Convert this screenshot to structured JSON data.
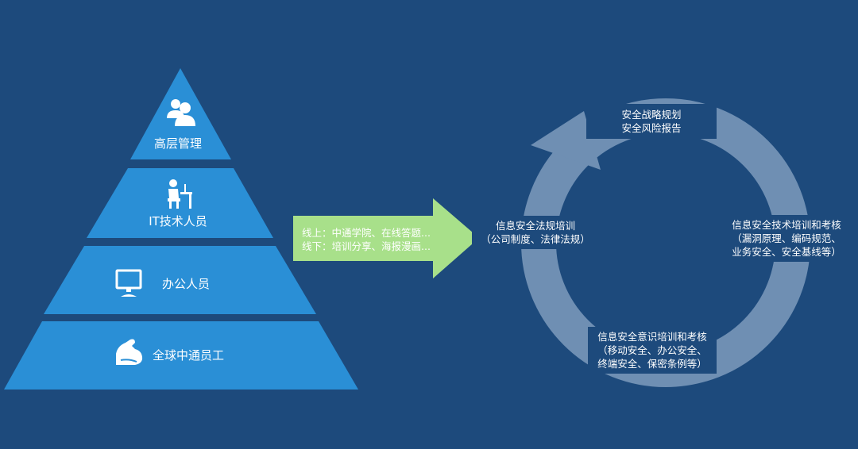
{
  "pyramid": {
    "tiers": [
      {
        "label": "高层管理",
        "icon": "managers-icon"
      },
      {
        "label": "IT技术人员",
        "icon": "it-worker-icon"
      },
      {
        "label": "办公人员",
        "icon": "monitor-icon"
      },
      {
        "label": "全球中通员工",
        "icon": "arm-muscle-icon"
      }
    ]
  },
  "arrow": {
    "line1": "线上：中通学院、在线答题...",
    "line2": "线下：培训分享、海报漫画..."
  },
  "cycle": {
    "top": {
      "line1": "安全战略规划",
      "line2": "安全风险报告"
    },
    "left": {
      "line1": "信息安全法规培训",
      "line2": "（公司制度、法律法规）"
    },
    "right": {
      "line1": "信息安全技术培训和考核",
      "line2": "（漏洞原理、编码规范、",
      "line3": "业务安全、安全基线等）"
    },
    "bottom": {
      "line1": "信息安全意识培训和考核",
      "line2": "（移动安全、办公安全、",
      "line3": "终端安全、保密条例等）"
    }
  },
  "colors": {
    "background": "#1d4a7c",
    "pyramid_fill": "#2a8fd6",
    "arrow_fill": "#a8e08a",
    "ring_fill": "#6f8fb3"
  }
}
